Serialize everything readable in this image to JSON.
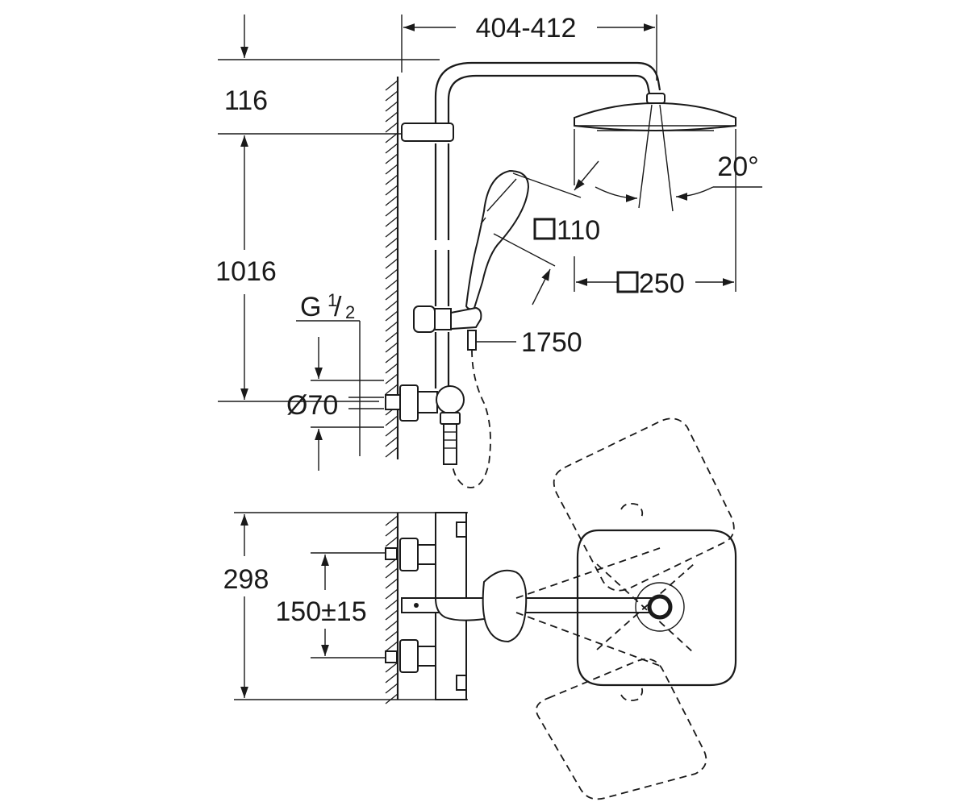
{
  "dimensions": {
    "arm_reach": "404-412",
    "top_offset": "116",
    "rail_height": "1016",
    "thread": "G",
    "thread_fraction_num": "1",
    "thread_fraction_den": "2",
    "diameter": "Ø70",
    "hand_shower_size": "110",
    "head_shower_size": "250",
    "hose_length": "1750",
    "tilt_angle": "20°",
    "plan_depth": "298",
    "inlet_spacing": "150±15"
  }
}
